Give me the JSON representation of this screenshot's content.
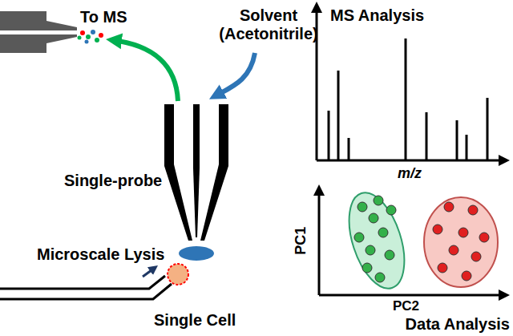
{
  "diagram": {
    "labels": [
      "To MS",
      "Solvent (Acetonitrile)",
      "MS Analysis",
      "m/z",
      "Single-probe",
      "Microscale Lysis",
      "Single Cell",
      "PC1",
      "PC2",
      "Data Analysis"
    ]
  }
}
